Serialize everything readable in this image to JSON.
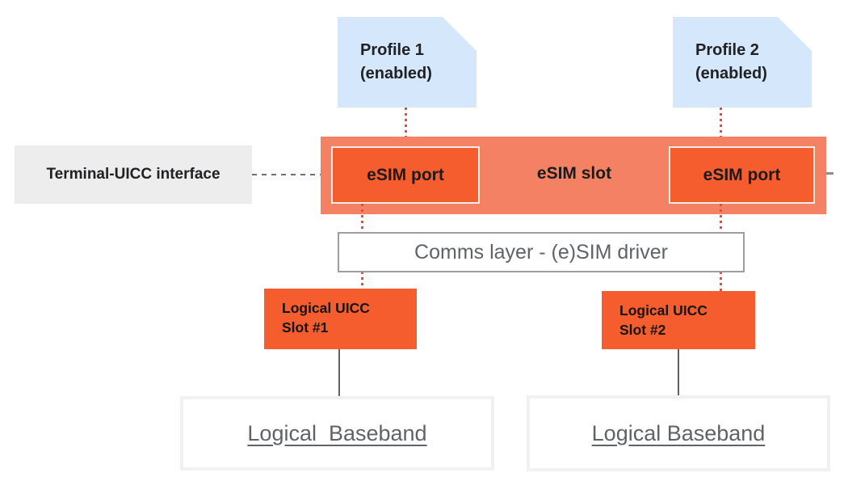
{
  "colors": {
    "profile_card_blue": "#D4E7FB",
    "esim_slot_orange": "#F48163",
    "esim_port_orange": "#F55C2E",
    "terminal_box_gray": "#EDEDED",
    "red_dotted_line": "#E94B35",
    "comms_border_gray": "#9E9E9E",
    "baseband_border_gray": "#F1F1F1",
    "dark_text": "#202124",
    "gray_text": "#5F6368"
  },
  "profiles": [
    {
      "name": "Profile 1",
      "status": "(enabled)"
    },
    {
      "name": "Profile 2",
      "status": "(enabled)"
    }
  ],
  "terminal_interface": {
    "label": "Terminal-UICC interface"
  },
  "esim_slot": {
    "label": "eSIM slot",
    "ports": [
      {
        "label": "eSIM port"
      },
      {
        "label": "eSIM port"
      }
    ]
  },
  "comms_layer": {
    "label": "Comms layer - (e)SIM driver"
  },
  "uicc_slots": [
    {
      "line1": "Logical UICC",
      "line2": "Slot #1"
    },
    {
      "line1": "Logical UICC",
      "line2": "Slot #2"
    }
  ],
  "basebands": [
    {
      "label": "Logical  Baseband"
    },
    {
      "label": "Logical Baseband"
    }
  ]
}
